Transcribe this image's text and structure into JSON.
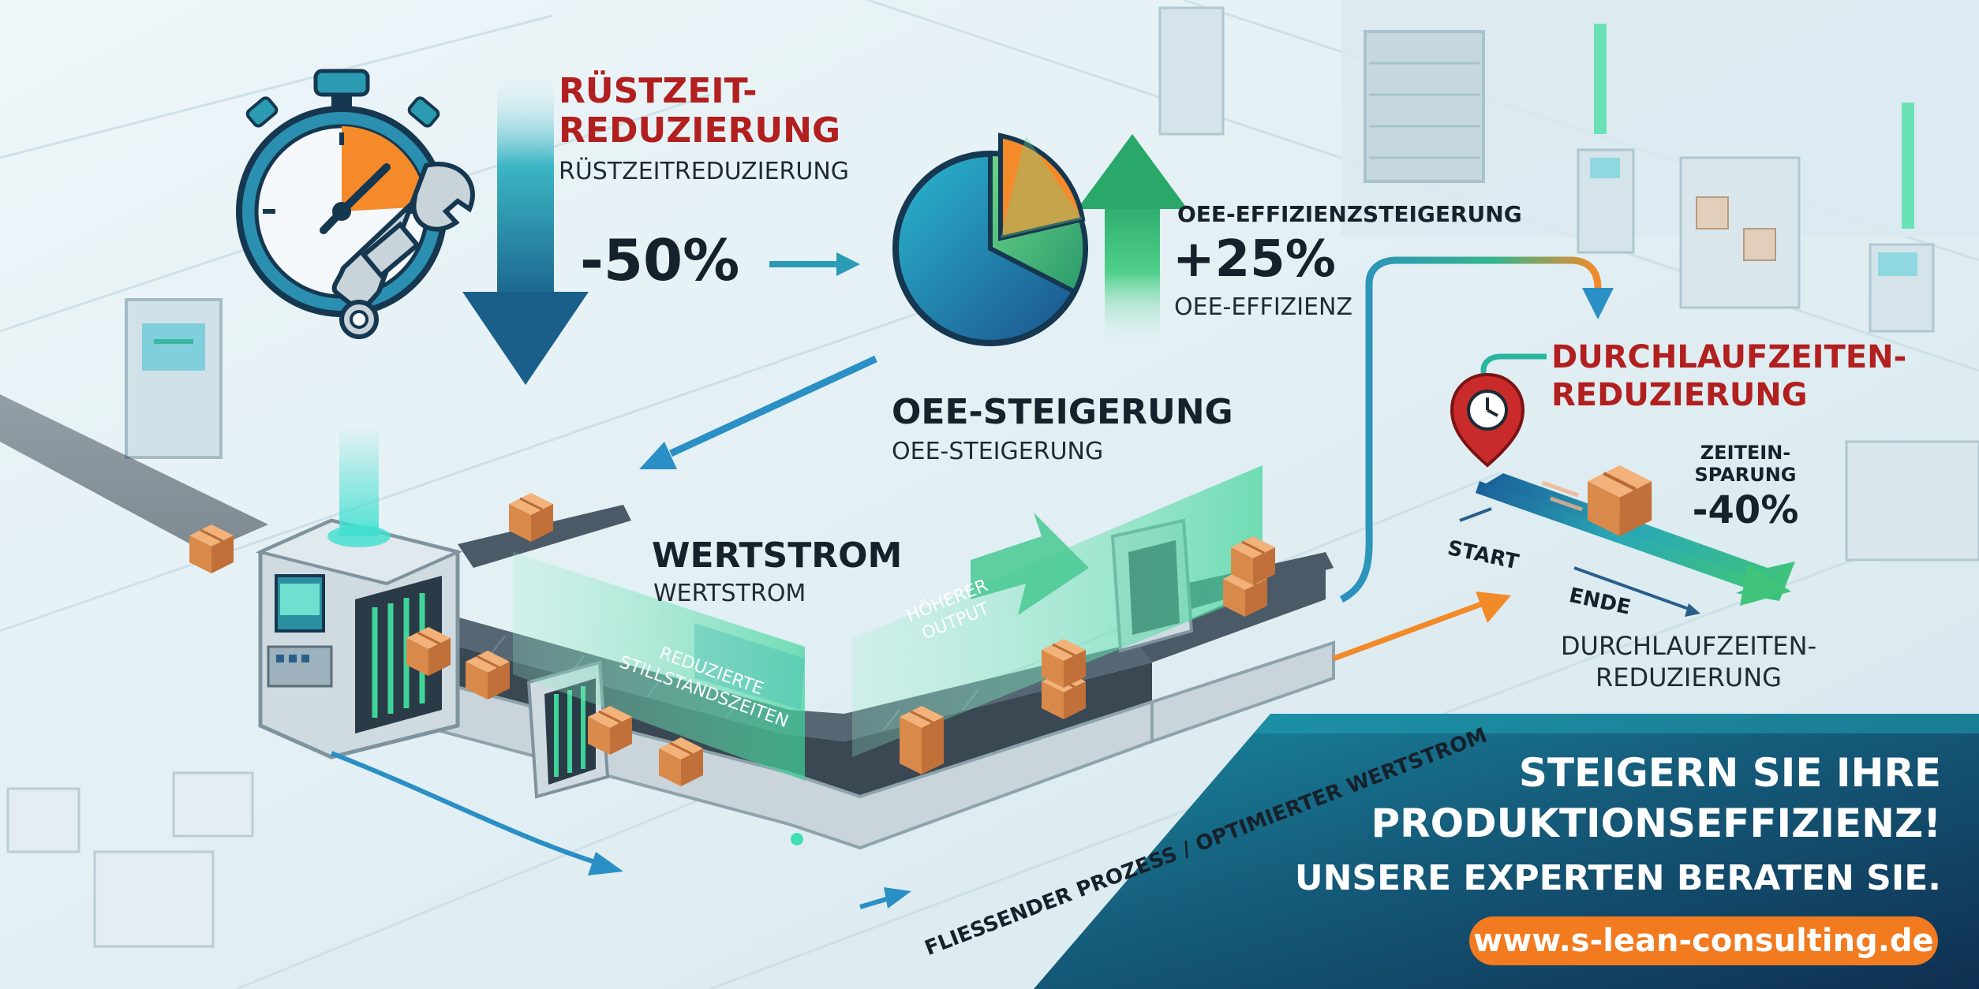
{
  "setup_reduction": {
    "title_line1": "RÜSTZEIT-",
    "title_line2": "REDUZIERUNG",
    "subtitle": "RÜSTZEITREDUZIERUNG",
    "value": "-50%"
  },
  "oee": {
    "title": "OEE-STEIGERUNG",
    "subtitle": "OEE-STEIGERUNG",
    "efficiency_heading": "OEE-EFFIZIENZSTEIGERUNG",
    "value": "+25%",
    "efficiency_label": "OEE-EFFIZIENZ"
  },
  "value_stream": {
    "title": "WERTSTROM",
    "subtitle": "WERTSTROM",
    "reduced_downtime_line1": "REDUZIERTE",
    "reduced_downtime_line2": "STILLSTANDSZEITEN",
    "higher_output_line1": "HÖHERER",
    "higher_output_line2": "OUTPUT",
    "flow_label": "FLIESSENDER PROZESS / OPTIMIERTER WERTSTROM"
  },
  "lead_time": {
    "title_line1": "DURCHLAUFZEITEN-",
    "title_line2": "REDUZIERUNG",
    "savings_line1": "ZEITEIN-",
    "savings_line2": "SPARUNG",
    "savings_value": "-40%",
    "start_label": "START",
    "end_label": "ENDE",
    "subtitle_line1": "DURCHLAUFZEITEN-",
    "subtitle_line2": "REDUZIERUNG"
  },
  "cta": {
    "line1": "STEIGERN SIE IHRE",
    "line2": "PRODUKTIONSEFFIZIENZ!",
    "line3": "UNSERE EXPERTEN BERATEN SIE.",
    "url": "www.s-lean-consulting.de"
  },
  "colors": {
    "accent_red": "#b21f1f",
    "accent_orange": "#f27a1f",
    "teal": "#1fa3b5",
    "green": "#35c27a",
    "navy": "#123a5c",
    "background": "#e6f1f5"
  },
  "icons": [
    "stopwatch-icon",
    "wrench-icon",
    "pie-chart-icon",
    "location-pin-icon",
    "clock-icon",
    "package-icon"
  ]
}
